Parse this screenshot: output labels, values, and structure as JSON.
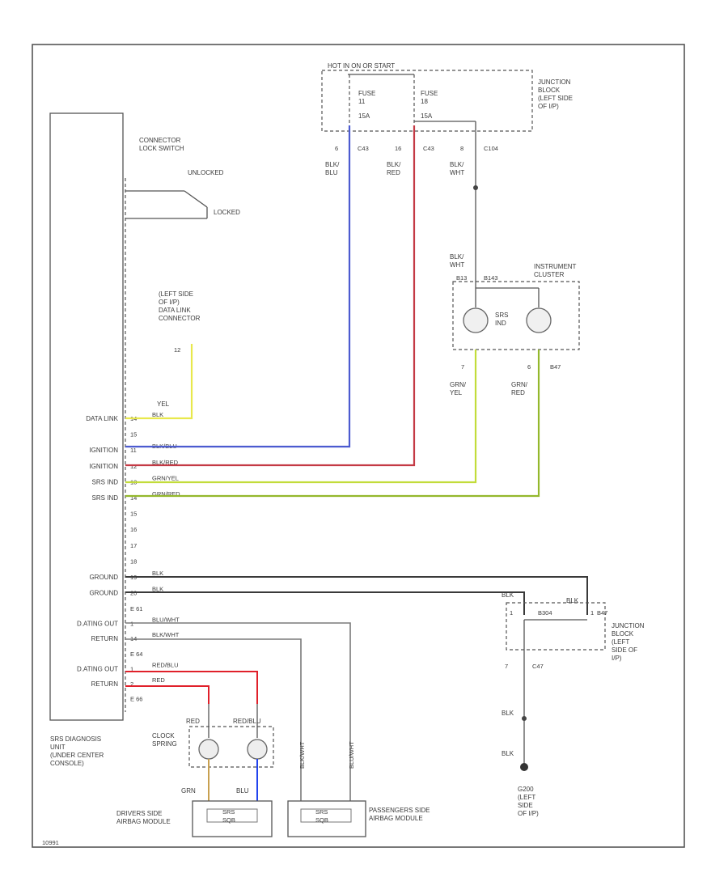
{
  "colors": {
    "border": "#555555",
    "wire_blue": "#4c5bd0",
    "wire_red": "#c43a45",
    "wire_yellow": "#e8e84c",
    "wire_yellow_green": "#c2dc3a",
    "wire_green": "#94b82c",
    "wire_gray": "#7a7a7a",
    "wire_black": "#3a3a3a",
    "wire_bright_red": "#e0202a",
    "wire_bright_blue": "#2244ee",
    "wire_tan": "#c8a050"
  },
  "fuse_box": {
    "title": "HOT IN ON OR START",
    "label": "JUNCTION\nBLOCK\n(LEFT SIDE\nOF I/P)",
    "fuses": [
      {
        "name": "FUSE\n11",
        "rating": "15A"
      },
      {
        "name": "FUSE\n18",
        "rating": "15A"
      }
    ]
  },
  "connector_lock_switch": {
    "title": "CONNECTOR\nLOCK SWITCH",
    "unlocked": "UNLOCKED",
    "locked": "LOCKED"
  },
  "data_link_connector": {
    "label": "(LEFT SIDE\nOF I/P)\nDATA LINK\nCONNECTOR",
    "pin": "12",
    "wire": "YEL"
  },
  "splices": [
    {
      "pin": "6",
      "conn": "C43",
      "wire": "BLK/\nBLU"
    },
    {
      "pin": "16",
      "conn": "C43",
      "wire": "BLK/\nRED"
    },
    {
      "pin": "8",
      "conn": "C104",
      "wire": "BLK/\nWHT"
    }
  ],
  "instrument_cluster": {
    "label": "INSTRUMENT\nCLUSTER",
    "wire_in": "BLK/\nWHT",
    "pin_in": "B13",
    "conn_in": "B143",
    "indicator": "SRS\nIND",
    "pins_out": [
      "7",
      "6"
    ],
    "conn_out": "B47",
    "wires_out": [
      "GRN/\nYEL",
      "GRN/\nRED"
    ]
  },
  "unit_pins": [
    {
      "label": "DATA LINK",
      "pin": "14",
      "wire": "BLK"
    },
    {
      "label": "",
      "pin": "15",
      "wire": ""
    },
    {
      "label": "IGNITION",
      "pin": "11",
      "wire": "BLK/BLU"
    },
    {
      "label": "IGNITION",
      "pin": "12",
      "wire": "BLK/RED"
    },
    {
      "label": "SRS IND",
      "pin": "13",
      "wire": "GRN/YEL"
    },
    {
      "label": "SRS IND",
      "pin": "14",
      "wire": "GRN/RED"
    },
    {
      "label": "",
      "pin": "15",
      "wire": ""
    },
    {
      "label": "",
      "pin": "16",
      "wire": ""
    },
    {
      "label": "",
      "pin": "17",
      "wire": ""
    },
    {
      "label": "",
      "pin": "18",
      "wire": ""
    },
    {
      "label": "GROUND",
      "pin": "19",
      "wire": "BLK"
    },
    {
      "label": "GROUND",
      "pin": "20",
      "wire": "BLK"
    }
  ],
  "unit_lower_pins": [
    {
      "label": "",
      "pin": "E 61",
      "wire": ""
    },
    {
      "label": "D.ATING OUT",
      "pin": "1",
      "wire": "BLU/WHT"
    },
    {
      "label": "RETURN",
      "pin": "14",
      "wire": "BLK/WHT"
    },
    {
      "label": "",
      "pin": "E 64",
      "wire": ""
    },
    {
      "label": "D.ATING OUT",
      "pin": "1",
      "wire": "RED/BLU"
    },
    {
      "label": "RETURN",
      "pin": "2",
      "wire": "RED"
    },
    {
      "label": "",
      "pin": "E 66",
      "wire": ""
    }
  ],
  "ground_block": {
    "wire": "BLK",
    "wire2": "BLK",
    "pin": "1",
    "pin2": "1",
    "conn": "B47",
    "fuse": "B304",
    "label": "JUNCTION\nBLOCK\n(LEFT\nSIDE OF\nI/P)",
    "pin_out": "7",
    "conn_out": "C47",
    "wire_out_1": "BLK",
    "wire_out_2": "BLK",
    "ground_label": "G200\n(LEFT\nSIDE\nOF I/P)"
  },
  "srs_unit_label": "SRS DIAGNOSIS\nUNIT\n(UNDER CENTER\nCONSOLE)",
  "clock_spring": {
    "label": "CLOCK\nSPRING",
    "left_wire": "GRN",
    "right_wire": "BLU",
    "left_top": "RED",
    "right_top": "RED/BLU"
  },
  "drivers_module": "DRIVERS SIDE\nAIRBAG MODULE",
  "passengers_module": "PASSENGERS SIDE\nAIRBAG MODULE",
  "squib_label": "SRS\nSQB",
  "pass_wires": [
    "BLK/WHT",
    "BLU/WHT"
  ],
  "footer_code": "10991"
}
